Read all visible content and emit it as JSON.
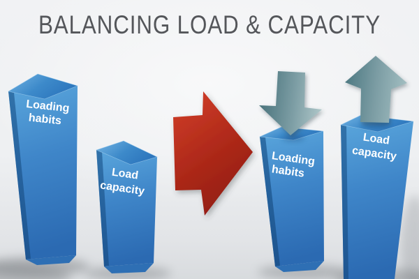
{
  "slide": {
    "title": "BALANCING LOAD & CAPACITY"
  },
  "before_group": {
    "bars": [
      {
        "name": "loading-habits",
        "lines": [
          "Loading",
          "habits"
        ],
        "height": "tall"
      },
      {
        "name": "load-capacity",
        "lines": [
          "Load",
          "capacity"
        ],
        "height": "short"
      }
    ]
  },
  "transition": {
    "icon": "right-block-arrow"
  },
  "after_group": {
    "bars": [
      {
        "name": "loading-habits",
        "lines": [
          "Loading",
          "habits"
        ],
        "height": "short",
        "change_icon": "down-block-arrow"
      },
      {
        "name": "load-capacity",
        "lines": [
          "Load",
          "capacity"
        ],
        "height": "tall",
        "change_icon": "up-block-arrow"
      }
    ]
  },
  "colors": {
    "title_text": "#54565a",
    "label_text": "#ffffff",
    "bar_front_top": "#5aa6dc",
    "bar_front_mid": "#3f86c9",
    "bar_front_bottom": "#2b6ab2",
    "bar_top_light": "#74b4e3",
    "bar_top_dark": "#2d76bd",
    "bar_side": "#1c578f",
    "bar_bottom_face": "#2e6fb4",
    "red_arrow_light": "#cf3d28",
    "red_arrow_mid": "#b02a1a",
    "red_arrow_dark": "#8c1a10",
    "teal_arrow_dark": "#48727b",
    "teal_arrow_mid": "#7c9da4",
    "teal_arrow_light": "#aec6c8"
  }
}
